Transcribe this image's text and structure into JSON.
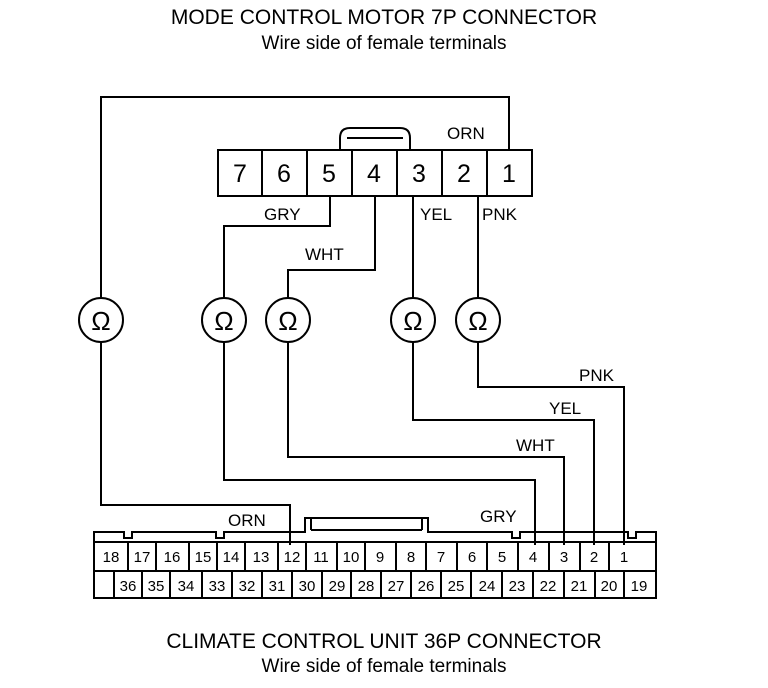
{
  "top_connector": {
    "title": "MODE CONTROL MOTOR 7P CONNECTOR",
    "subtitle": "Wire side of female terminals",
    "pins": [
      "7",
      "6",
      "5",
      "4",
      "3",
      "2",
      "1"
    ]
  },
  "bottom_connector": {
    "title": "CLIMATE CONTROL UNIT 36P CONNECTOR",
    "subtitle": "Wire side of female terminals",
    "row1": [
      "18",
      "17",
      "16",
      "15",
      "14",
      "13",
      "12",
      "11",
      "10",
      "9",
      "8",
      "7",
      "6",
      "5",
      "4",
      "3",
      "2",
      "1"
    ],
    "row2": [
      "",
      "36",
      "35",
      "34",
      "33",
      "32",
      "31",
      "30",
      "29",
      "28",
      "27",
      "26",
      "25",
      "24",
      "23",
      "22",
      "21",
      "20",
      "19"
    ]
  },
  "wire_labels": {
    "orn_top": "ORN",
    "gry_top": "GRY",
    "yel_top": "YEL",
    "pnk_top": "PNK",
    "wht_top": "WHT",
    "pnk_bottom": "PNK",
    "yel_bottom": "YEL",
    "wht_bottom": "WHT",
    "gry_bottom": "GRY",
    "orn_bottom": "ORN"
  },
  "ohmmeter_symbol": "Ω"
}
